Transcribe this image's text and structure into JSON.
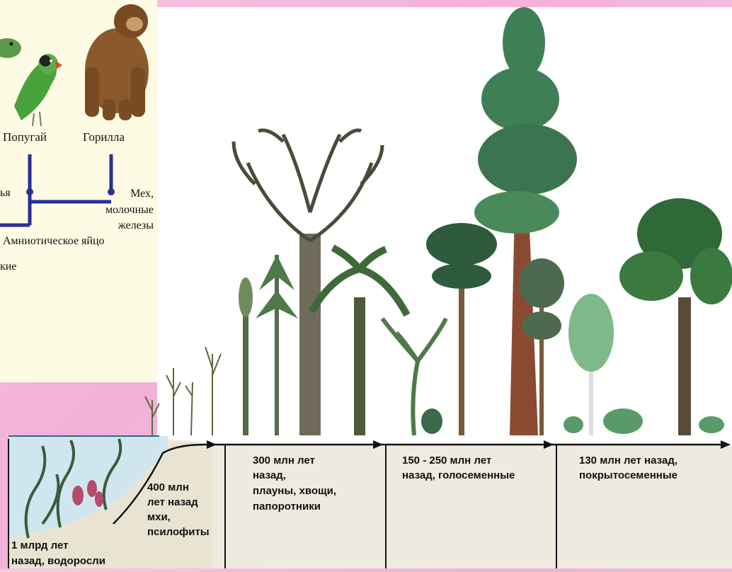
{
  "cladogram": {
    "animal_labels": [
      "Попугай",
      "Горилла"
    ],
    "trait_partial_left": "ья",
    "trait_fur": "Мех,",
    "trait_milk_1": "молочные",
    "trait_milk_2": "железы",
    "trait_amniotic": "Амниотическое яйцо",
    "trait_partial_bottom": "кие"
  },
  "timeline": {
    "eras": [
      {
        "line1": "1 млрд лет",
        "line2": "назад, водоросли"
      },
      {
        "line1": "400 млн",
        "line2": "лет назад",
        "line3": "мхи,",
        "line4": "псилофиты"
      },
      {
        "line1": "300 млн лет",
        "line2": "назад,",
        "line3": "плауны, хвощи,",
        "line4": "папоротники"
      },
      {
        "line1": "150 - 250 млн лет",
        "line2": "назад, голосеменные"
      },
      {
        "line1": "130 млн лет назад,",
        "line2": "покрытосеменные"
      }
    ]
  },
  "colors": {
    "cladogram_line": "#2b2f9a",
    "water": "#cfe6ef",
    "soil": "#e9e4d2",
    "tree_green": "#3f7f56",
    "trunk": "#8a5a3a"
  }
}
